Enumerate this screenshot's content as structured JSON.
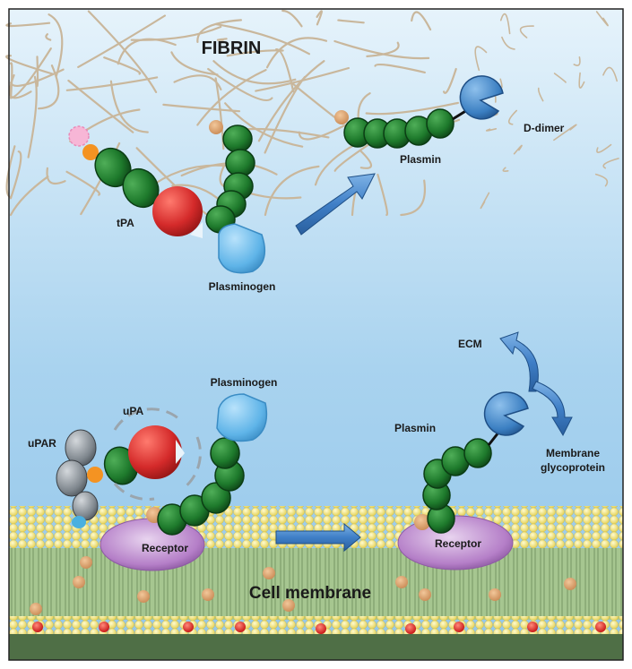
{
  "labels": {
    "fibrin": "FIBRIN",
    "d_dimer": "D-dimer",
    "plasmin_top": "Plasmin",
    "tpa": "tPA",
    "plasminogen_top": "Plasminogen",
    "ecm": "ECM",
    "plasminogen_bottom": "Plasminogen",
    "upa": "uPA",
    "upar": "uPAR",
    "plasmin_bottom": "Plasmin",
    "membrane_glycoprotein_line1": "Membrane",
    "membrane_glycoprotein_line2": "glycoprotein",
    "receptor_left": "Receptor",
    "receptor_right": "Receptor",
    "cell_membrane": "Cell membrane"
  },
  "colors": {
    "kringle": "#1e7a2c",
    "tpa_protease": "#d42a2a",
    "plasminogen_head": "#5fb4e8",
    "plasmin_head": "#3b7fc2",
    "arrow": "#3f7fc7",
    "receptor": "#b57fc8",
    "lipid_head": "#f2e37a",
    "fibrin_fiber": "#c9b79c"
  }
}
